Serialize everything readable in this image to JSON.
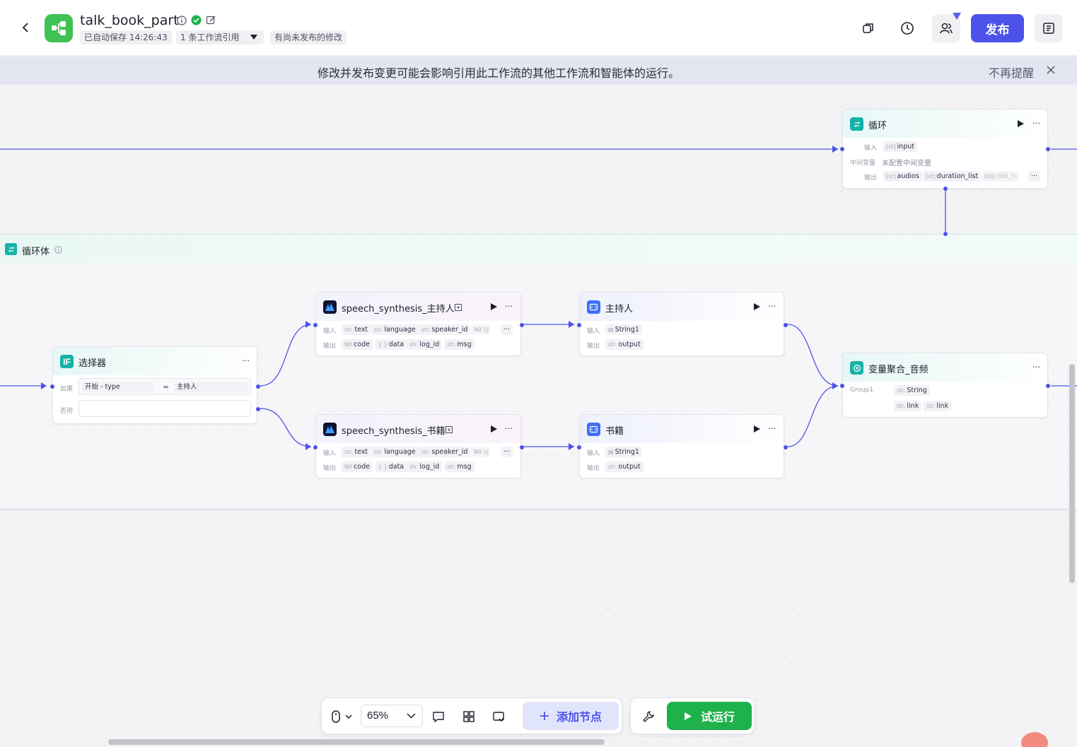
{
  "header": {
    "title": "talk_book_part",
    "autosave": "已自动保存 14:26:43",
    "references": "1 条工作流引用",
    "unpublished": "有尚未发布的修改",
    "publish_label": "发布"
  },
  "banner": {
    "text": "修改并发布变更可能会影响引用此工作流的其他工作流和智能体的运行。",
    "dismiss": "不再提醒"
  },
  "loop_node": {
    "title": "循环",
    "input_label": "输入",
    "input_value": "input",
    "vars_label": "中间变量",
    "vars_value": "未配置中间变量",
    "output_label": "输出",
    "outputs": [
      "audios",
      "duration_list",
      "role_n..."
    ]
  },
  "loop_body": {
    "title": "循环体"
  },
  "selector_node": {
    "title": "选择器",
    "if_label": "如果",
    "if_left": "开始 - type",
    "operator": "=",
    "if_right": "主持人",
    "else_label": "否则"
  },
  "speech_nodes": [
    {
      "title": "speech_synthesis_主持人",
      "input_label": "输入",
      "inputs": [
        "text",
        "language",
        "speaker_id",
        "sp..."
      ],
      "output_label": "输出",
      "outputs": [
        {
          "type": "N0",
          "name": "code"
        },
        {
          "type": "{ }",
          "name": "data"
        },
        {
          "type": "str.",
          "name": "log_id"
        },
        {
          "type": "str.",
          "name": "msg"
        }
      ]
    },
    {
      "title": "speech_synthesis_书籍",
      "input_label": "输入",
      "inputs": [
        "text",
        "language",
        "speaker_id",
        "sp..."
      ],
      "output_label": "输出",
      "outputs": [
        {
          "type": "N0",
          "name": "code"
        },
        {
          "type": "{ }",
          "name": "data"
        },
        {
          "type": "str.",
          "name": "log_id"
        },
        {
          "type": "str.",
          "name": "msg"
        }
      ]
    }
  ],
  "code_nodes": [
    {
      "title": "主持人",
      "input_label": "输入",
      "input": "String1",
      "output_label": "输出",
      "output": "output"
    },
    {
      "title": "书籍",
      "input_label": "输入",
      "input": "String1",
      "output_label": "输出",
      "output": "output"
    }
  ],
  "aggregate_node": {
    "title": "变量聚合_音频",
    "group_label": "Group1",
    "group_type": "String",
    "items": [
      "link",
      "link"
    ]
  },
  "toolbar": {
    "zoom": "65%",
    "add_node": "添加节点",
    "run": "试运行"
  },
  "colors": {
    "accent": "#4d53e8",
    "run_green": "#1eb14c",
    "app_green": "#3ec254",
    "loop_teal": "#16b2a8"
  }
}
